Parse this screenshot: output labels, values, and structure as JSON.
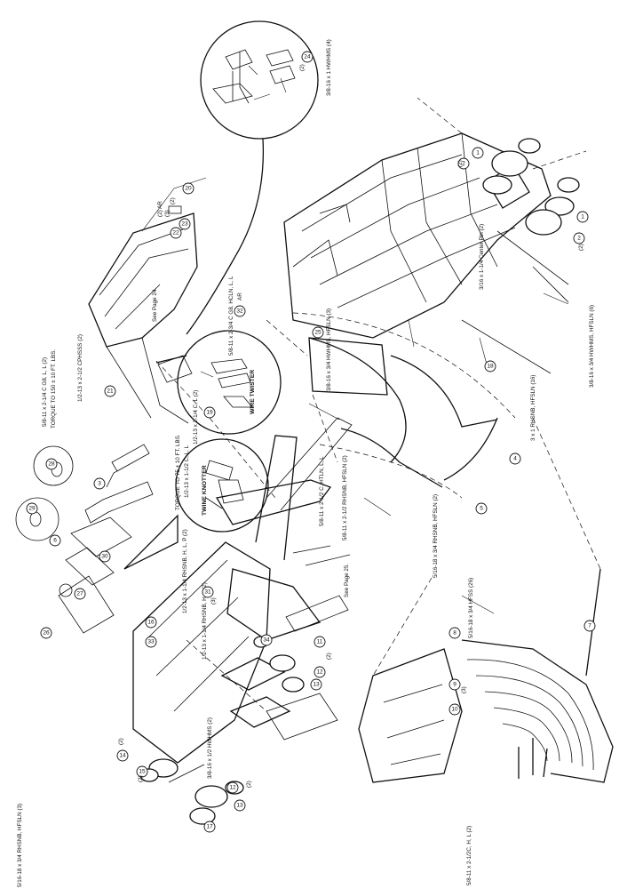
{
  "labels": {
    "hwhms_top": "3/8-16 x 1 HWHMS (4)",
    "cg_lll": "5/8-11 x 2-1/4 C G8, L, L (2)",
    "torque_150": "TORQUE TO 150 ± 10 FT. LBS.",
    "cphsss": "1/2-13 x 2-1/2 CPHSSS (2)",
    "see_page_24": "See Page 24.",
    "cg8_hcln": "5/8-11 x 2-3/4 C G8, HCLN, L, L",
    "ar_a": "AR",
    "ar_b": "(2) AR",
    "c_lc": "1/2-13 x 2-1/4 C, L (2)",
    "wire_twister": "WIRE TWISTER",
    "twine_knotter": "TWINE KNOTTER",
    "torque_75": "TORQUE TO 75 ± 10 FT. LBS.",
    "c_ll": "1/2-13 x 1-1/2 C, L, L",
    "c_htln": "5/8-11 x 2-1/2 C, HTLN, L, L",
    "rhsnb_hlp": "1/2-13 x 1-1/4 RHSNB, H, L, P (2)",
    "rhsnb_hl": "1/2-13 x 1-1/4 RHSNB, H, L (2)",
    "rhsnb_hfsln_2": "5/8-11 x 2-1/2 RHSNB, HFSLN (2)",
    "hwhms_2": "3/8-16 x 1/2 HWHMS (2)",
    "see_page_25": "See Page 25.",
    "rhsnb_hfsln_3": "5/16-18 x 3/4 RHSNB, HFSLN (3)",
    "hfss_26": "5/16-18 x 3/4 HFSS (26)",
    "c_hl": "5/8-11 x 2-1/2C, H, L (2)",
    "hwhms_hfsln_3": "3/8-16 x 3/4 HWHMS, HFSLN (3)",
    "rhsnb_16": "3 x 1 RHSNB, HFSLN (16)",
    "rhsnb_hfsln_2b": "5/16-18 x 3/4 RHSNB, HFSLN (2)",
    "center_pin": "3/16 x 1-1/4 Center Pin (2)",
    "hwhms_hfsln_6": "3/8-16 x 3/4 HWHMS, HFSLN (6)"
  },
  "callouts": {
    "c1": "1",
    "c2": "2",
    "c3": "3",
    "c4": "4",
    "c5": "5",
    "c6": "6",
    "c7": "7",
    "c8": "8",
    "c9": "9",
    "c10": "10",
    "c11": "11",
    "c12": "12",
    "c13": "13",
    "c14": "14",
    "c15": "15",
    "c16": "16",
    "c17": "17",
    "c18": "18",
    "c19": "19",
    "c20": "20",
    "c21": "21",
    "c22": "22",
    "c23": "23",
    "c24": "24",
    "c25": "25",
    "c26": "26",
    "c27": "27",
    "c28": "28",
    "c29": "29",
    "c30": "30",
    "c31": "31",
    "c32": "32",
    "c33": "33",
    "c34": "34"
  },
  "qty": {
    "q2": "(2)",
    "q3": "(3)"
  }
}
